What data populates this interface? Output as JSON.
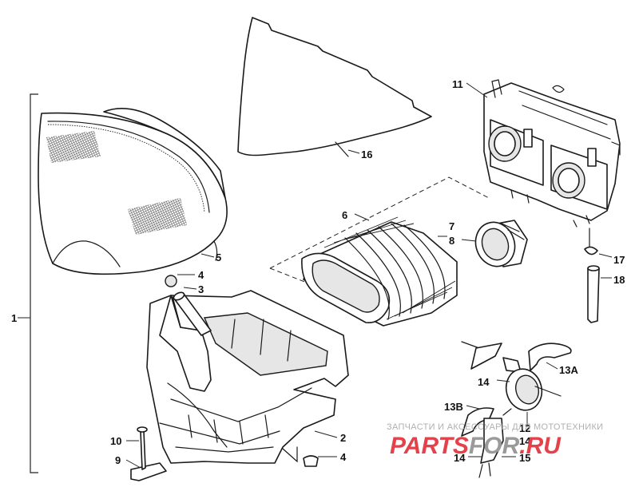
{
  "callouts": {
    "c1": "1",
    "c2": "2",
    "c3": "3",
    "c4a": "4",
    "c4b": "4",
    "c5": "5",
    "c6": "6",
    "c7": "7",
    "c8": "8",
    "c9": "9",
    "c10": "10",
    "c11": "11",
    "c12": "12",
    "c13a": "13A",
    "c13b": "13B",
    "c14a": "14",
    "c14b": "14",
    "c14c": "14",
    "c15": "15",
    "c16": "16",
    "c17": "17",
    "c18": "18"
  },
  "watermark": {
    "line": "ЗАПЧАСТИ И АКСЕССУАРЫ ДЛЯ МОТОТЕХНИКИ",
    "logo_red": "PARTS",
    "logo_grey": "FOR",
    "logo_red2": ".RU",
    "red_color": "#e4414b",
    "grey_color": "#9a9a9a"
  }
}
